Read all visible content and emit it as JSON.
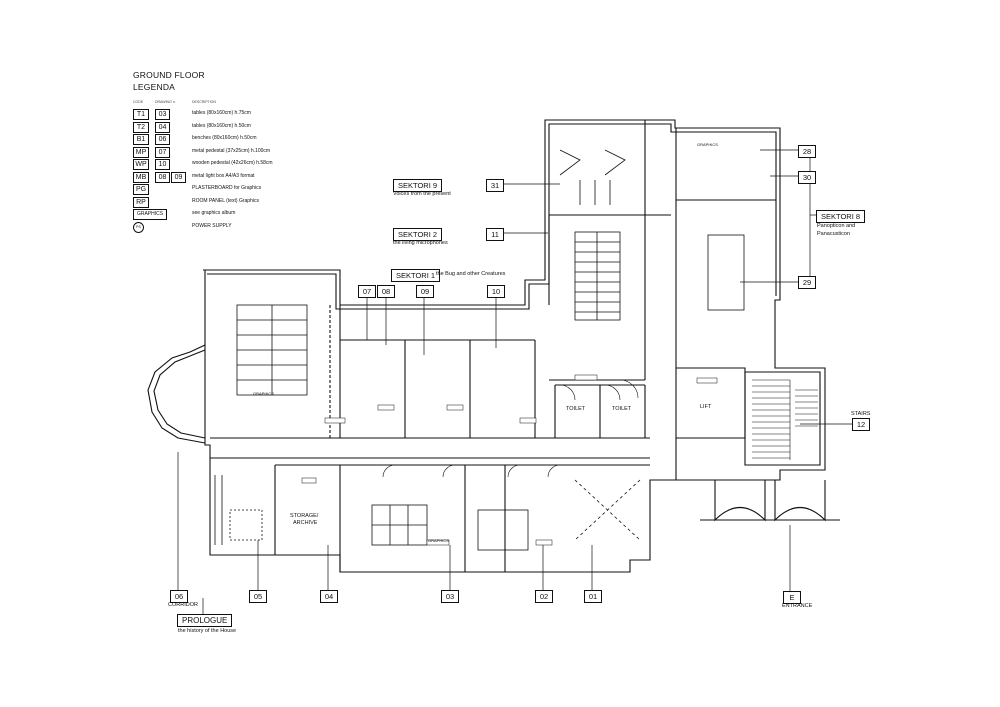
{
  "title": "GROUND FLOOR",
  "subtitle": "LEGENDA",
  "legend_headers": {
    "code": "CODE",
    "drawing": "DRAWING n.",
    "description": "DESCRIPTION"
  },
  "legend": [
    {
      "code": "T1",
      "drawing": "03",
      "description": "tables (80x160cm) h.75cm"
    },
    {
      "code": "T2",
      "drawing": "04",
      "description": "tables (80x160cm) h.50cm"
    },
    {
      "code": "B1",
      "drawing": "06",
      "description": "benches (80x160cm) h.50cm"
    },
    {
      "code": "MP",
      "drawing": "07",
      "description": "metal pedestal (37x25cm) h.100cm"
    },
    {
      "code": "WP",
      "drawing": "10",
      "description": "wooden pedestal (42x26cm) h.58cm"
    },
    {
      "code": "MB",
      "drawing": "08",
      "drawing2": "09",
      "description": "metal light box A4/A3 format"
    },
    {
      "code": "PG",
      "description": "PLASTERBOARD for Graphics"
    },
    {
      "code": "RP",
      "description": "ROOM PANEL (text) Graphics"
    },
    {
      "code": "GRAPHICS",
      "description": "see graphics album"
    },
    {
      "code": "PS",
      "description": "POWER SUPPLY"
    }
  ],
  "sectors": {
    "s9": {
      "label": "SEKTORI 9",
      "desc": "Voices from the present",
      "num": "31"
    },
    "s2": {
      "label": "SEKTORI 2",
      "desc": "the living microphones",
      "num": "11"
    },
    "s1": {
      "label": "SEKTORI 1",
      "desc": "the Bug and other Creatures"
    },
    "s8": {
      "label": "SEKTORI 8",
      "desc1": "Panopticon and",
      "desc2": "Panacusticon"
    }
  },
  "top_tags": [
    "07",
    "08",
    "09",
    "10"
  ],
  "right_tags": [
    "28",
    "30",
    "29"
  ],
  "stairs": {
    "label": "STAIRS",
    "num": "12"
  },
  "bottom_tags": [
    "06",
    "05",
    "04",
    "03",
    "02",
    "01"
  ],
  "corridor": "CORRIDOR",
  "entrance": {
    "num": "E",
    "label": "ENTRANCE"
  },
  "prologue": {
    "label": "PROLOGUE",
    "desc": "the history of the House"
  },
  "rooms": {
    "toilet": "TOILET",
    "lift": "LIFT",
    "storage": "STORAGE/",
    "archive": "ARCHIVE",
    "graphics": "GRAPHICS"
  }
}
